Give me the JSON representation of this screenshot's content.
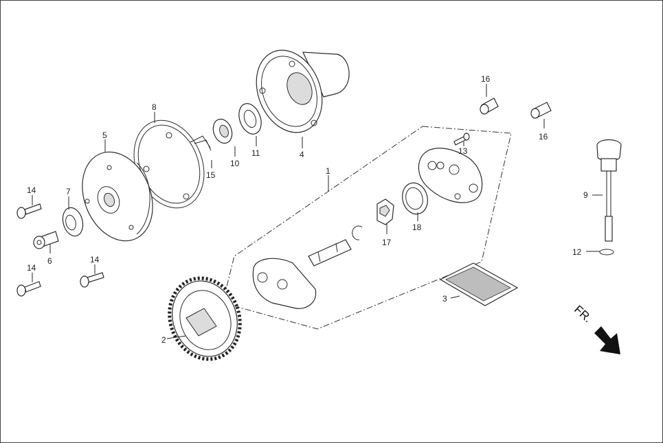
{
  "labels": {
    "p1": "1",
    "p2": "2",
    "p3": "3",
    "p4": "4",
    "p5": "5",
    "p6": "6",
    "p7": "7",
    "p8": "8",
    "p9": "9",
    "p10": "10",
    "p11": "11",
    "p12": "12",
    "p13": "13",
    "p14a": "14",
    "p14b": "14",
    "p14c": "14",
    "p15": "15",
    "p16a": "16",
    "p16b": "16",
    "p17": "17",
    "p18": "18"
  },
  "direction_text": "FR."
}
